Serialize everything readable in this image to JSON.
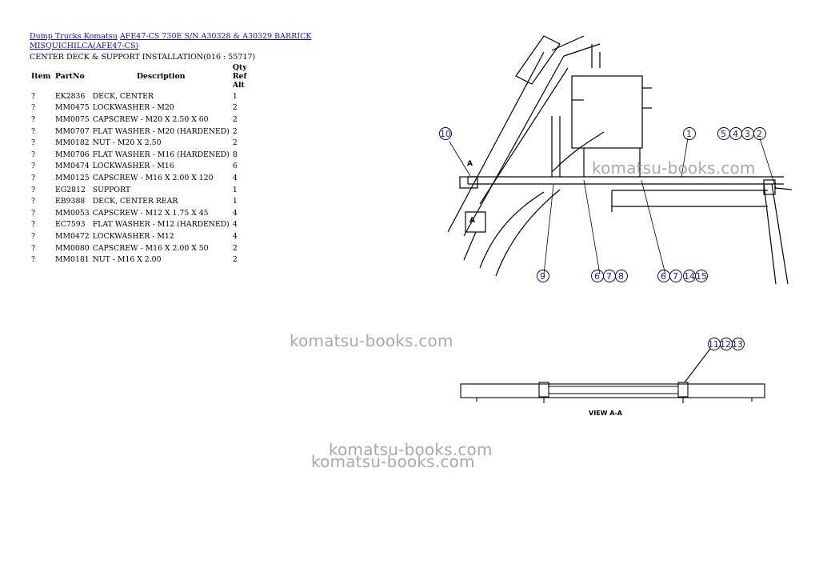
{
  "breadcrumb": {
    "link1": "Dump Trucks Komatsu",
    "link2": "AFE47-CS 730E S/N A30328 & A30329 BARRICK MISQUICHILCA(AFE47-CS)"
  },
  "section_title": "CENTER DECK & SUPPORT INSTALLATION(016 : 55717)",
  "table": {
    "headers": {
      "item": "Item",
      "part": "PartNo",
      "desc": "Description",
      "qty": "Qty Ref Alt"
    },
    "rows": [
      {
        "item": "?",
        "part": "EK2836",
        "desc": "DECK, CENTER",
        "qty": "1"
      },
      {
        "item": "?",
        "part": "MM0475",
        "desc": "LOCKWASHER - M20",
        "qty": "2"
      },
      {
        "item": "?",
        "part": "MM0075",
        "desc": "CAPSCREW - M20 X 2.50 X 60",
        "qty": "2"
      },
      {
        "item": "?",
        "part": "MM0707",
        "desc": "FLAT WASHER - M20 (HARDENED)",
        "qty": "2"
      },
      {
        "item": "?",
        "part": "MM0182",
        "desc": "NUT - M20 X 2.50",
        "qty": "2"
      },
      {
        "item": "?",
        "part": "MM0706",
        "desc": "FLAT WASHER - M16 (HARDENED)",
        "qty": "8"
      },
      {
        "item": "?",
        "part": "MM0474",
        "desc": "LOCKWASHER - M16",
        "qty": "6"
      },
      {
        "item": "?",
        "part": "MM0125",
        "desc": "CAPSCREW - M16 X 2.00 X 120",
        "qty": "4"
      },
      {
        "item": "?",
        "part": "EG2812",
        "desc": "SUPPORT",
        "qty": "1"
      },
      {
        "item": "?",
        "part": "EB9388",
        "desc": "DECK, CENTER REAR",
        "qty": "1"
      },
      {
        "item": "?",
        "part": "MM0053",
        "desc": "CAPSCREW - M12 X 1.75 X 45",
        "qty": "4"
      },
      {
        "item": "?",
        "part": "EC7593",
        "desc": "FLAT WASHER - M12 (HARDENED)",
        "qty": "4"
      },
      {
        "item": "?",
        "part": "MM0472",
        "desc": "LOCKWASHER - M12",
        "qty": "4"
      },
      {
        "item": "?",
        "part": "MM0080",
        "desc": "CAPSCREW - M16 X 2.00 X 50",
        "qty": "2"
      },
      {
        "item": "?",
        "part": "MM0181",
        "desc": "NUT - M16 X 2.00",
        "qty": "2"
      }
    ]
  },
  "diagram": {
    "callouts": [
      "10",
      "1",
      "5",
      "4",
      "3",
      "2",
      "9",
      "6",
      "7",
      "8",
      "6",
      "7",
      "14",
      "15",
      "A",
      "A"
    ],
    "view_callouts": [
      "11",
      "12",
      "13"
    ],
    "view_label": "VIEW A-A"
  },
  "watermarks": [
    "komatsu-books.com",
    "komatsu-books.com",
    "komatsu-books.com",
    "komatsu-books.com"
  ]
}
